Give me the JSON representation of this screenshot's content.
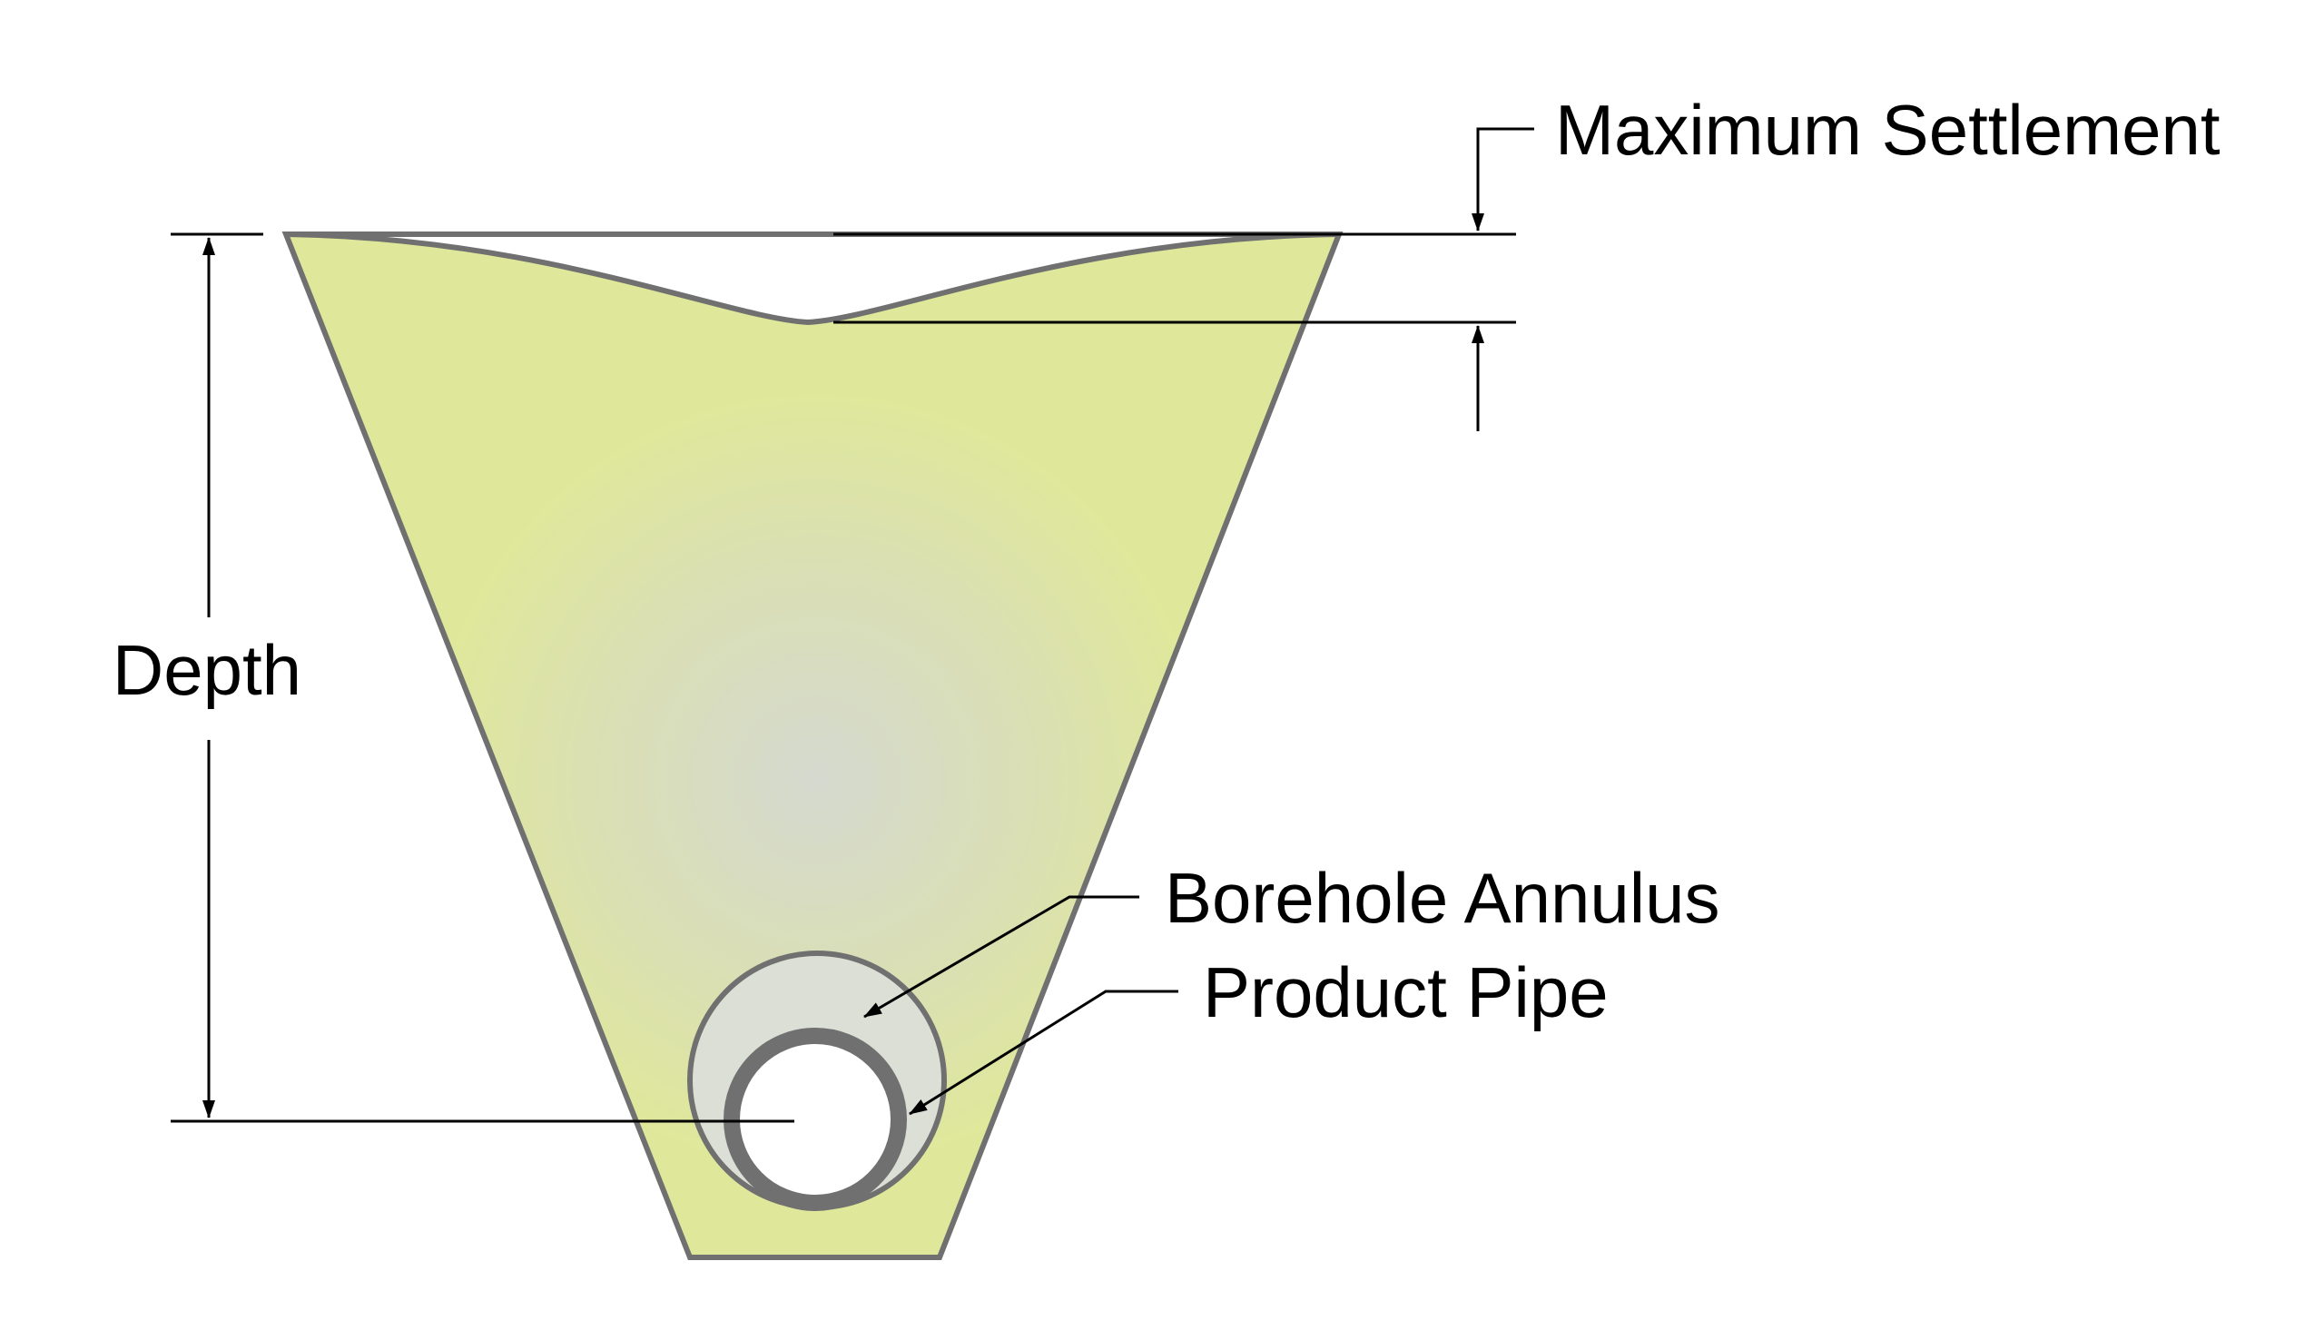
{
  "labels": {
    "maximum_settlement": "Maximum Settlement",
    "depth": "Depth",
    "borehole_annulus": "Borehole Annulus",
    "product_pipe": "Product Pipe"
  },
  "colors": {
    "soil_fill": "#dfe89a",
    "annulus_fill": "#d4d8cc",
    "outline": "#707070",
    "dimension_lines": "#000000",
    "background": "#ffffff"
  }
}
